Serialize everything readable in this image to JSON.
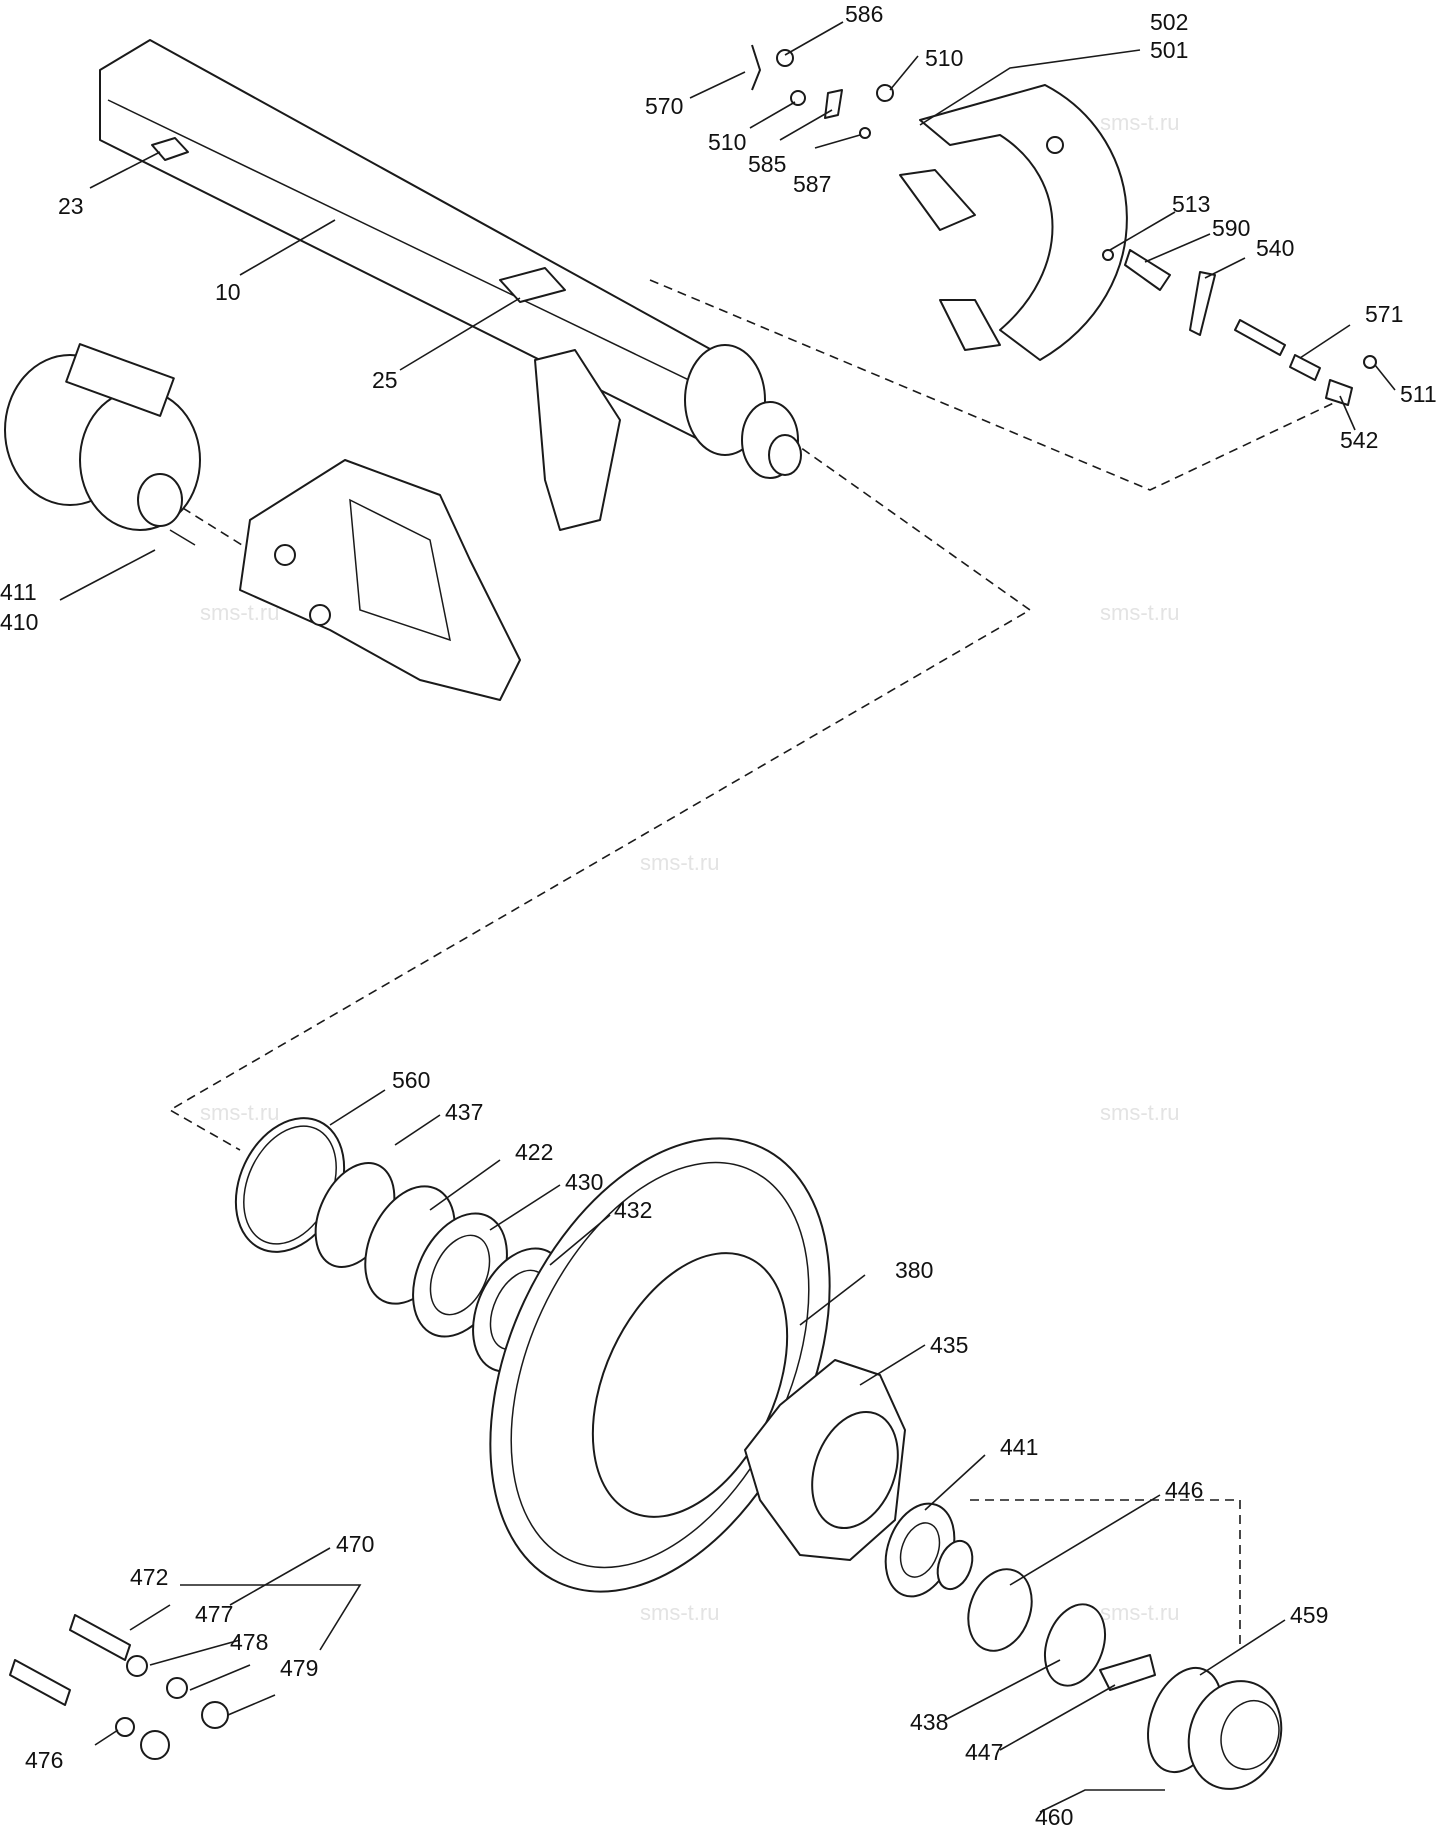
{
  "watermark": {
    "text": "sms-t.ru"
  },
  "callouts": {
    "c586": "586",
    "c502": "502",
    "c501": "501",
    "c510a": "510",
    "c570": "570",
    "c510b": "510",
    "c585": "585",
    "c587": "587",
    "c23": "23",
    "c10": "10",
    "c513": "513",
    "c590": "590",
    "c540": "540",
    "c571": "571",
    "c511": "511",
    "c542": "542",
    "c25": "25",
    "c411": "411",
    "c410": "410",
    "c560": "560",
    "c437": "437",
    "c422": "422",
    "c430": "430",
    "c432": "432",
    "c380": "380",
    "c435": "435",
    "c441": "441",
    "c446": "446",
    "c459": "459",
    "c438": "438",
    "c447": "447",
    "c460": "460",
    "c470": "470",
    "c472": "472",
    "c477": "477",
    "c478": "478",
    "c479": "479",
    "c476": "476"
  }
}
